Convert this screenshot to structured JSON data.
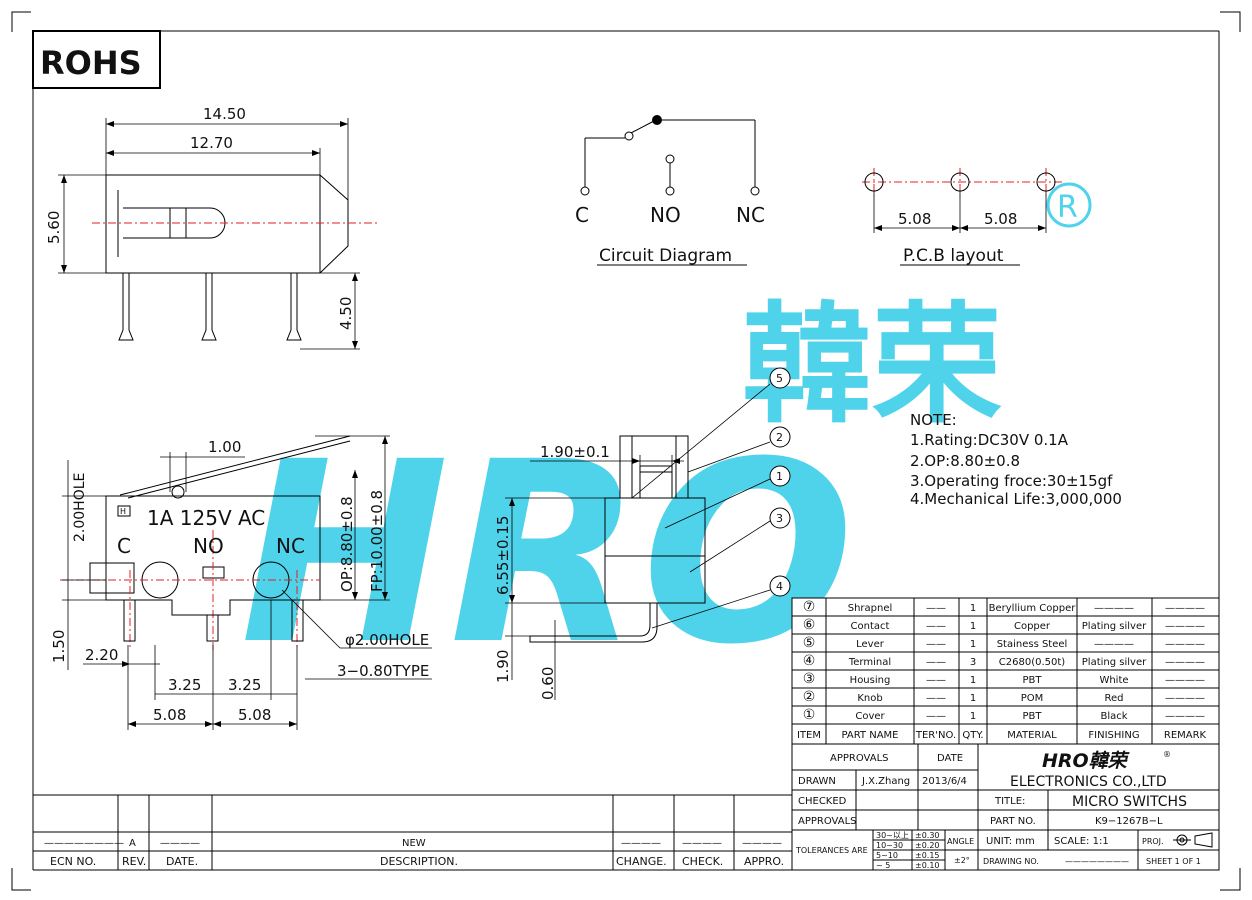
{
  "rohs_label": "ROHS",
  "watermark": {
    "latin": "HRO",
    "cjk": "韓荣",
    "registered": "®"
  },
  "dims": {
    "d1450": "14.50",
    "d1270": "12.70",
    "d560": "5.60",
    "d450": "4.50",
    "d100": "1.00",
    "hole_v": "2.00HOLE",
    "d190_01": "1.90±0.1",
    "op": "OP:8.80±0.8",
    "fp": "FP:10.00±0.8",
    "d655": "6.55±0.15",
    "d150": "1.50",
    "d220": "2.20",
    "d325a": "3.25",
    "d325b": "3.25",
    "d508a": "5.08",
    "d508b": "5.08",
    "hole2": "φ2.00HOLE",
    "type": "3−0.80TYPE",
    "d190": "1.90",
    "d060": "0.60",
    "pcb_a": "5.08",
    "pcb_b": "5.08"
  },
  "body_text": {
    "rating": "1A 125V AC",
    "c": "C",
    "no": "NO",
    "nc": "NC",
    "logo": "H"
  },
  "circuit": {
    "c": "C",
    "no": "NO",
    "nc": "NC",
    "caption": "Circuit  Diagram"
  },
  "pcb": {
    "caption": "P.C.B  layout"
  },
  "balloons": [
    "⑤",
    "②",
    "①",
    "③",
    "④"
  ],
  "notes": {
    "title": "NOTE:",
    "items": [
      "1.Rating:DC30V  0.1A",
      "2.OP:8.80±0.8",
      "3.Operating  froce:30±15gf",
      "4.Mechanical  Life:3,000,000"
    ]
  },
  "bom": {
    "header": {
      "item": "ITEM",
      "part": "PART NAME",
      "ter": "TER'NO.",
      "qty": "QTY.",
      "material": "MATERIAL",
      "finishing": "FINISHING",
      "remark": "REMARK"
    },
    "rows": [
      {
        "item": "⑦",
        "part": "Shrapnel",
        "ter": "——",
        "qty": "1",
        "material": "Beryllium  Copper",
        "finishing": "————",
        "remark": "————"
      },
      {
        "item": "⑥",
        "part": "Contact",
        "ter": "——",
        "qty": "1",
        "material": "Copper",
        "finishing": "Plating silver",
        "remark": "————"
      },
      {
        "item": "⑤",
        "part": "Lever",
        "ter": "——",
        "qty": "1",
        "material": "Stainess  Steel",
        "finishing": "————",
        "remark": "————"
      },
      {
        "item": "④",
        "part": "Terminal",
        "ter": "——",
        "qty": "3",
        "material": "C2680(0.50t)",
        "finishing": "Plating silver",
        "remark": "————"
      },
      {
        "item": "③",
        "part": "Housing",
        "ter": "——",
        "qty": "1",
        "material": "PBT",
        "finishing": "White",
        "remark": "————"
      },
      {
        "item": "②",
        "part": "Knob",
        "ter": "——",
        "qty": "1",
        "material": "POM",
        "finishing": "Red",
        "remark": "————"
      },
      {
        "item": "①",
        "part": "Cover",
        "ter": "——",
        "qty": "1",
        "material": "PBT",
        "finishing": "Black",
        "remark": "————"
      }
    ]
  },
  "title_block": {
    "approvals_hdr": "APPROVALS",
    "date_hdr": "DATE",
    "company_logo": "HRO韓荣",
    "registered": "®",
    "company": "ELECTRONICS  CO.,LTD",
    "drawn": "DRAWN",
    "drawn_by": "J.X.Zhang",
    "drawn_date": "2013/6/4",
    "checked": "CHECKED",
    "approvals": "APPROVALS",
    "title_lbl": "TITLE:",
    "title": "MICRO  SWITCHS",
    "part_lbl": "PART  NO.",
    "part": "K9−1267B−L",
    "tol_lbl": "TOLERANCES  ARE",
    "tol_ranges": [
      "30~以上",
      "10~30",
      "5~10",
      "~ 5"
    ],
    "tol_vals": [
      "±0.30",
      "±0.20",
      "±0.15",
      "±0.10"
    ],
    "angle_lbl": "ANGLE",
    "angle_val": "±2°",
    "unit": "UNIT:  mm",
    "scale": "SCALE:    1:1",
    "proj": "PROJ.",
    "drawing_no": "DRAWING  NO.",
    "drawing_no_val": "————————",
    "sheet": "SHEET    1  OF  1"
  },
  "revision": {
    "headers": [
      "ECN  NO.",
      "REV.",
      "DATE.",
      "DESCRIPTION.",
      "CHANGE.",
      "CHECK.",
      "APPRO."
    ],
    "row": {
      "ecn": "————————",
      "rev": "A",
      "date": "————",
      "desc": "NEW",
      "change": "————",
      "check": "————",
      "appro": "————"
    }
  },
  "colors": {
    "watermark": "#4fd3ea",
    "centerline": "#e02020"
  }
}
